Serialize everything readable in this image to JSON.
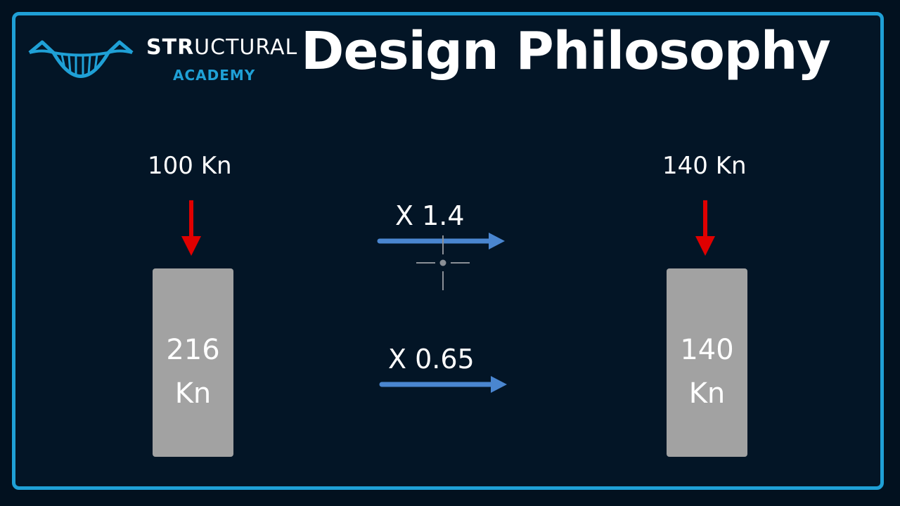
{
  "brand": {
    "strong": "STR",
    "rest": "UCTURAL",
    "sub": "ACADEMY"
  },
  "title": "Design Philosophy",
  "left": {
    "load": "100 Kn",
    "column_value": "216",
    "column_unit": "Kn"
  },
  "right": {
    "load": "140 Kn",
    "column_value": "140",
    "column_unit": "Kn"
  },
  "factors": {
    "top": "X 1.4",
    "bottom": "X 0.65"
  },
  "colors": {
    "accent": "#1fa0d6",
    "arrow_red": "#e00000",
    "arrow_blue": "#4a86d0",
    "column": "#a2a2a2",
    "background": "#02111f"
  }
}
